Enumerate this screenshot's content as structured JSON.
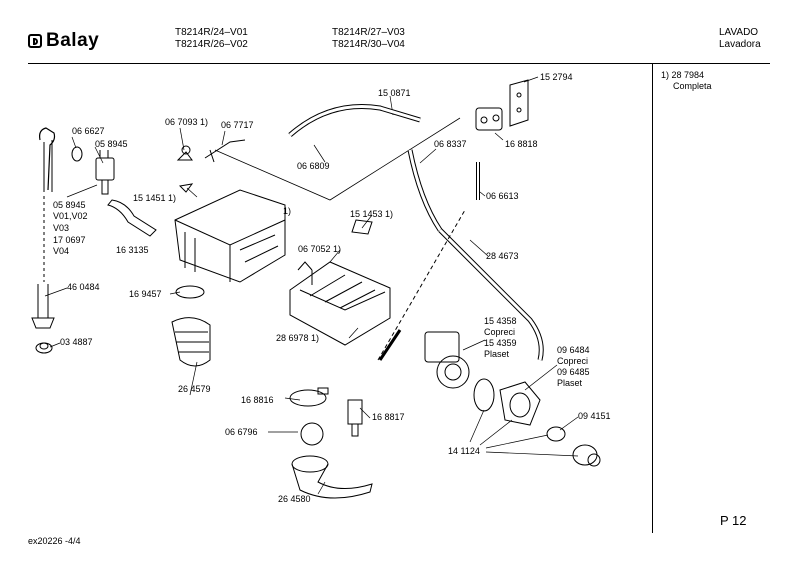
{
  "brand": "Balay",
  "header": {
    "models_col1": [
      "T8214R/24–V01",
      "T8214R/26–V02"
    ],
    "models_col2": [
      "T8214R/27–V03",
      "T8214R/30–V04"
    ],
    "category": [
      "LAVADO",
      "Lavadora"
    ]
  },
  "notes": {
    "line1": "1) 28 7984",
    "line2": "Completa"
  },
  "page_number": "P 12",
  "footer": "ex20226  -4/4",
  "labels": {
    "p066627": "06 6627",
    "p058945a": "05 8945",
    "p058945b": "05 8945",
    "v01v02": "V01,V02",
    "v03": "V03",
    "p170697": "17 0697",
    "v04": "V04",
    "p460484": "46 0484",
    "p034887": "03 4887",
    "p067093": "06 7093 1)",
    "p067717": "06 7717",
    "p151451": "15 1451 1)",
    "mark1a": "1)",
    "p163135": "16 3135",
    "p169457": "16 9457",
    "p264579": "26 4579",
    "p150871": "15 0871",
    "p152794": "15 2794",
    "p066809": "06 6809",
    "p068337": "06 8337",
    "p168818": "16 8818",
    "p066613": "06 6613",
    "p151453": "15 1453 1)",
    "p067052": "06 7052 1)",
    "p284673": "28 4673",
    "p286978": "28 6978 1)",
    "p154358": "15 4358",
    "copreci1": "Copreci",
    "p154359": "15 4359",
    "plaset1": "Plaset",
    "p096484": "09 6484",
    "copreci2": "Copreci",
    "p096485": "09 6485",
    "plaset2": "Plaset",
    "p168816": "16 8816",
    "p168817": "16 8817",
    "p066796": "06 6796",
    "p094151": "09 4151",
    "p141124": "14 1124",
    "p264580": "26 4580"
  }
}
